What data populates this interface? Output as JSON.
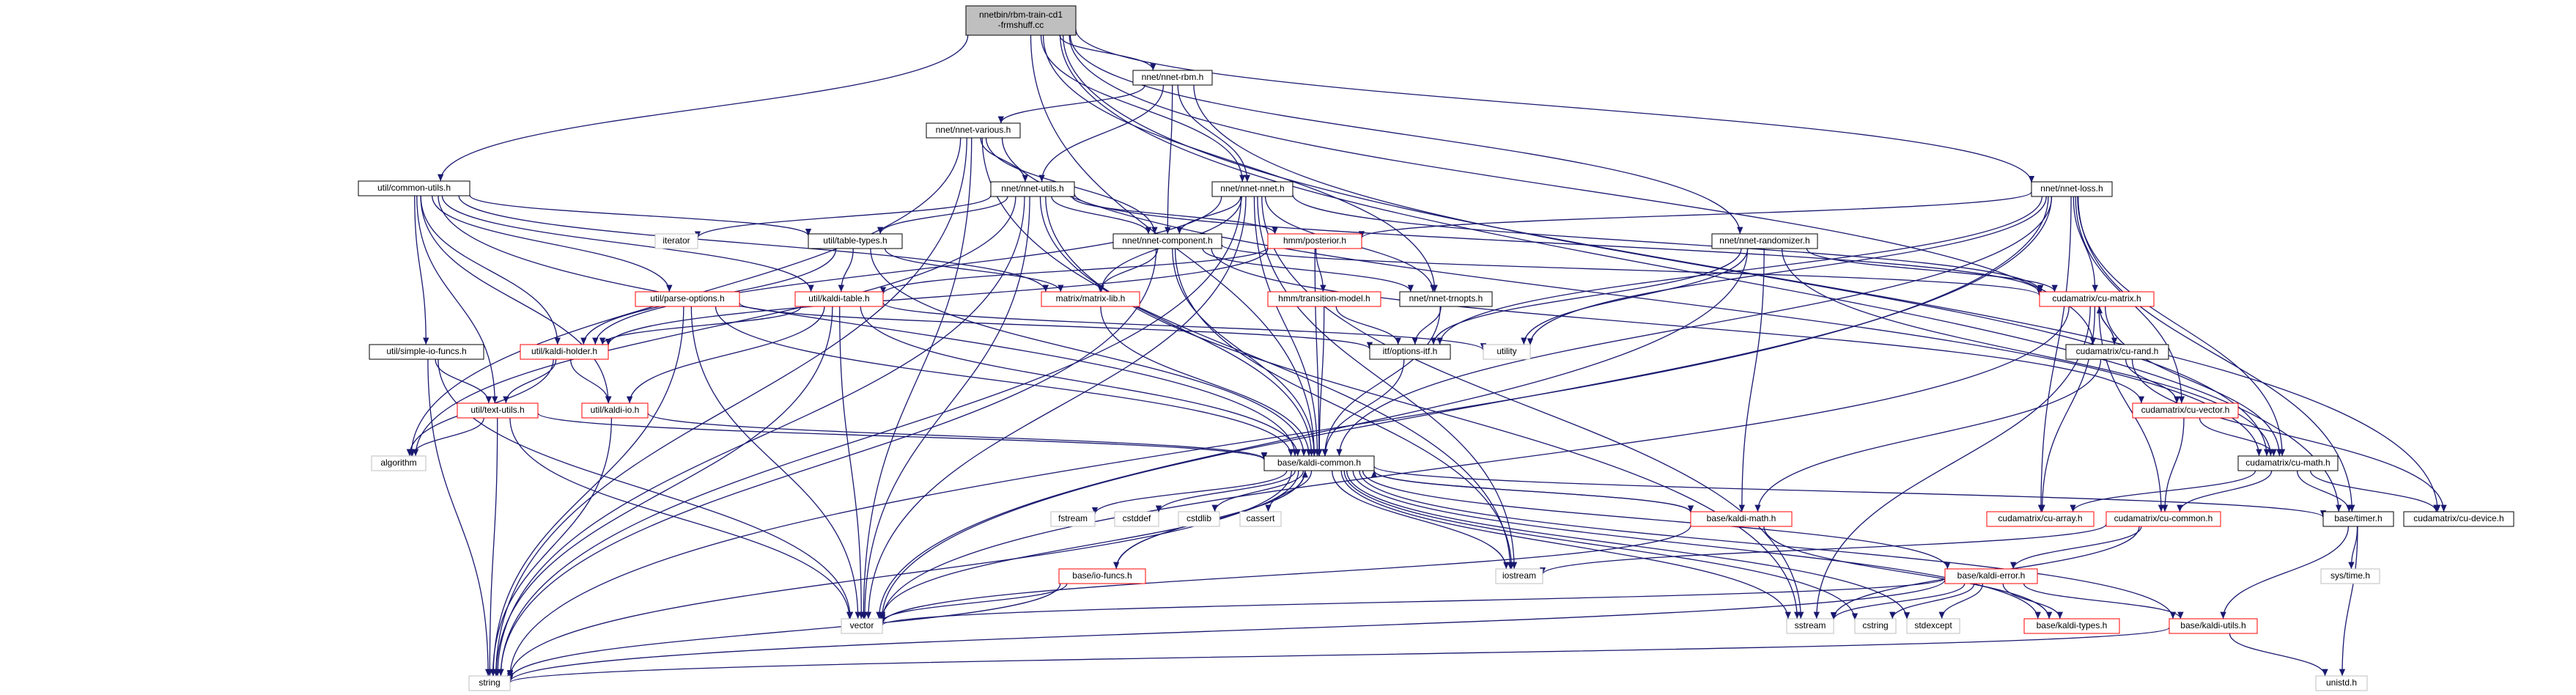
{
  "colors": {
    "edge": "#191970",
    "root_fill": "#bfbfbf",
    "documented_border": "#000000",
    "undocumented_border": "#ff0000",
    "external_border": "#bfbfbf",
    "fill": "#ffffff"
  },
  "nodes": [
    {
      "id": "root",
      "label": [
        "nnetbin/rbm-train-cd1",
        "-frmshuff.cc"
      ],
      "kind": "root"
    },
    {
      "id": "nnet_rbm",
      "label": [
        "nnet/nnet-rbm.h"
      ],
      "kind": "documented"
    },
    {
      "id": "nnet_various",
      "label": [
        "nnet/nnet-various.h"
      ],
      "kind": "documented"
    },
    {
      "id": "common_utils",
      "label": [
        "util/common-utils.h"
      ],
      "kind": "documented"
    },
    {
      "id": "nnet_utils",
      "label": [
        "nnet/nnet-utils.h"
      ],
      "kind": "documented"
    },
    {
      "id": "nnet_nnet",
      "label": [
        "nnet/nnet-nnet.h"
      ],
      "kind": "documented"
    },
    {
      "id": "nnet_loss",
      "label": [
        "nnet/nnet-loss.h"
      ],
      "kind": "documented"
    },
    {
      "id": "table_types",
      "label": [
        "util/table-types.h"
      ],
      "kind": "documented"
    },
    {
      "id": "hmm_posterior",
      "label": [
        "hmm/posterior.h"
      ],
      "kind": "undocumented"
    },
    {
      "id": "nnet_component",
      "label": [
        "nnet/nnet-component.h"
      ],
      "kind": "documented"
    },
    {
      "id": "nnet_randomizer",
      "label": [
        "nnet/nnet-randomizer.h"
      ],
      "kind": "documented"
    },
    {
      "id": "parse_options",
      "label": [
        "util/parse-options.h"
      ],
      "kind": "undocumented"
    },
    {
      "id": "kaldi_table",
      "label": [
        "util/kaldi-table.h"
      ],
      "kind": "undocumented"
    },
    {
      "id": "matrix_lib",
      "label": [
        "matrix/matrix-lib.h"
      ],
      "kind": "undocumented"
    },
    {
      "id": "transition_model",
      "label": [
        "hmm/transition-model.h"
      ],
      "kind": "undocumented"
    },
    {
      "id": "nnet_trnopts",
      "label": [
        "nnet/nnet-trnopts.h"
      ],
      "kind": "documented"
    },
    {
      "id": "cu_matrix",
      "label": [
        "cudamatrix/cu-matrix.h"
      ],
      "kind": "undocumented"
    },
    {
      "id": "simple_io",
      "label": [
        "util/simple-io-funcs.h"
      ],
      "kind": "documented"
    },
    {
      "id": "kaldi_holder",
      "label": [
        "util/kaldi-holder.h"
      ],
      "kind": "undocumented"
    },
    {
      "id": "options_itf",
      "label": [
        "itf/options-itf.h"
      ],
      "kind": "documented"
    },
    {
      "id": "utility",
      "label": [
        "utility"
      ],
      "kind": "external"
    },
    {
      "id": "cu_rand",
      "label": [
        "cudamatrix/cu-rand.h"
      ],
      "kind": "documented"
    },
    {
      "id": "text_utils",
      "label": [
        "util/text-utils.h"
      ],
      "kind": "undocumented"
    },
    {
      "id": "kaldi_io",
      "label": [
        "util/kaldi-io.h"
      ],
      "kind": "undocumented"
    },
    {
      "id": "cu_vector",
      "label": [
        "cudamatrix/cu-vector.h"
      ],
      "kind": "undocumented"
    },
    {
      "id": "algorithm",
      "label": [
        "algorithm"
      ],
      "kind": "external"
    },
    {
      "id": "kaldi_common",
      "label": [
        "base/kaldi-common.h"
      ],
      "kind": "documented"
    },
    {
      "id": "cu_math",
      "label": [
        "cudamatrix/cu-math.h"
      ],
      "kind": "documented"
    },
    {
      "id": "iterator",
      "label": [
        "iterator"
      ],
      "kind": "external"
    },
    {
      "id": "fstream",
      "label": [
        "fstream"
      ],
      "kind": "external"
    },
    {
      "id": "cstddef",
      "label": [
        "cstddef"
      ],
      "kind": "external"
    },
    {
      "id": "cstdlib",
      "label": [
        "cstdlib"
      ],
      "kind": "external"
    },
    {
      "id": "cassert",
      "label": [
        "cassert"
      ],
      "kind": "external"
    },
    {
      "id": "kaldi_math",
      "label": [
        "base/kaldi-math.h"
      ],
      "kind": "undocumented"
    },
    {
      "id": "cu_array",
      "label": [
        "cudamatrix/cu-array.h"
      ],
      "kind": "undocumented"
    },
    {
      "id": "cu_common",
      "label": [
        "cudamatrix/cu-common.h"
      ],
      "kind": "undocumented"
    },
    {
      "id": "timer",
      "label": [
        "base/timer.h"
      ],
      "kind": "documented"
    },
    {
      "id": "cu_device",
      "label": [
        "cudamatrix/cu-device.h"
      ],
      "kind": "documented"
    },
    {
      "id": "io_funcs",
      "label": [
        "base/io-funcs.h"
      ],
      "kind": "undocumented"
    },
    {
      "id": "iostream",
      "label": [
        "iostream"
      ],
      "kind": "external"
    },
    {
      "id": "kaldi_error",
      "label": [
        "base/kaldi-error.h"
      ],
      "kind": "undocumented"
    },
    {
      "id": "sys_time",
      "label": [
        "sys/time.h"
      ],
      "kind": "external"
    },
    {
      "id": "vector",
      "label": [
        "vector"
      ],
      "kind": "external"
    },
    {
      "id": "sstream",
      "label": [
        "sstream"
      ],
      "kind": "external"
    },
    {
      "id": "cstring",
      "label": [
        "cstring"
      ],
      "kind": "external"
    },
    {
      "id": "stdexcept",
      "label": [
        "stdexcept"
      ],
      "kind": "external"
    },
    {
      "id": "kaldi_types",
      "label": [
        "base/kaldi-types.h"
      ],
      "kind": "undocumented"
    },
    {
      "id": "kaldi_utils",
      "label": [
        "base/kaldi-utils.h"
      ],
      "kind": "undocumented"
    },
    {
      "id": "string",
      "label": [
        "string"
      ],
      "kind": "external"
    },
    {
      "id": "unistd",
      "label": [
        "unistd.h"
      ],
      "kind": "external"
    }
  ],
  "edges": [
    [
      "root",
      "nnet_rbm"
    ],
    [
      "root",
      "common_utils"
    ],
    [
      "root",
      "nnet_nnet"
    ],
    [
      "root",
      "nnet_loss"
    ],
    [
      "root",
      "nnet_randomizer"
    ],
    [
      "root",
      "nnet_trnopts"
    ],
    [
      "root",
      "kaldi_common"
    ],
    [
      "root",
      "cu_rand"
    ],
    [
      "root",
      "timer"
    ],
    [
      "root",
      "cu_device"
    ],
    [
      "nnet_rbm",
      "nnet_various"
    ],
    [
      "nnet_rbm",
      "nnet_utils"
    ],
    [
      "nnet_rbm",
      "nnet_nnet"
    ],
    [
      "nnet_rbm",
      "nnet_component"
    ],
    [
      "nnet_rbm",
      "cu_math"
    ],
    [
      "nnet_various",
      "nnet_utils"
    ],
    [
      "nnet_various",
      "nnet_component"
    ],
    [
      "nnet_various",
      "cu_math"
    ],
    [
      "nnet_various",
      "string"
    ],
    [
      "nnet_various",
      "vector"
    ],
    [
      "nnet_various",
      "iostream"
    ],
    [
      "nnet_various",
      "algorithm"
    ],
    [
      "common_utils",
      "parse_options"
    ],
    [
      "common_utils",
      "kaldi_table"
    ],
    [
      "common_utils",
      "table_types"
    ],
    [
      "common_utils",
      "kaldi_common"
    ],
    [
      "common_utils",
      "simple_io"
    ],
    [
      "common_utils",
      "kaldi_io"
    ],
    [
      "common_utils",
      "kaldi_holder"
    ],
    [
      "common_utils",
      "text_utils"
    ],
    [
      "common_utils",
      "matrix_lib"
    ],
    [
      "nnet_utils",
      "kaldi_common"
    ],
    [
      "nnet_utils",
      "cu_matrix"
    ],
    [
      "nnet_utils",
      "nnet_component"
    ],
    [
      "nnet_utils",
      "table_types"
    ],
    [
      "nnet_utils",
      "hmm_posterior"
    ],
    [
      "nnet_utils",
      "iterator"
    ],
    [
      "nnet_utils",
      "algorithm"
    ],
    [
      "nnet_utils",
      "string"
    ],
    [
      "nnet_utils",
      "vector"
    ],
    [
      "nnet_utils",
      "sstream"
    ],
    [
      "nnet_nnet",
      "nnet_component"
    ],
    [
      "nnet_nnet",
      "nnet_trnopts"
    ],
    [
      "nnet_nnet",
      "kaldi_common"
    ],
    [
      "nnet_nnet",
      "matrix_lib"
    ],
    [
      "nnet_nnet",
      "cu_matrix"
    ],
    [
      "nnet_nnet",
      "kaldi_holder"
    ],
    [
      "nnet_nnet",
      "iostream"
    ],
    [
      "nnet_nnet",
      "sstream"
    ],
    [
      "nnet_nnet",
      "vector"
    ],
    [
      "nnet_nnet",
      "string"
    ],
    [
      "nnet_loss",
      "kaldi_common"
    ],
    [
      "nnet_loss",
      "cu_matrix"
    ],
    [
      "nnet_loss",
      "cu_vector"
    ],
    [
      "nnet_loss",
      "cu_array"
    ],
    [
      "nnet_loss",
      "hmm_posterior"
    ],
    [
      "nnet_loss",
      "options_itf"
    ],
    [
      "nnet_loss",
      "cu_math"
    ],
    [
      "nnet_loss",
      "timer"
    ],
    [
      "nnet_loss",
      "string"
    ],
    [
      "nnet_loss",
      "vector"
    ],
    [
      "nnet_loss",
      "utility"
    ],
    [
      "table_types",
      "kaldi_table"
    ],
    [
      "table_types",
      "kaldi_holder"
    ],
    [
      "table_types",
      "kaldi_common"
    ],
    [
      "table_types",
      "matrix_lib"
    ],
    [
      "hmm_posterior",
      "kaldi_common"
    ],
    [
      "hmm_posterior",
      "kaldi_table"
    ],
    [
      "hmm_posterior",
      "transition_model"
    ],
    [
      "hmm_posterior",
      "kaldi_holder"
    ],
    [
      "nnet_component",
      "kaldi_common"
    ],
    [
      "nnet_component",
      "cu_matrix"
    ],
    [
      "nnet_component",
      "cu_vector"
    ],
    [
      "nnet_component",
      "nnet_trnopts"
    ],
    [
      "nnet_component",
      "matrix_lib"
    ],
    [
      "nnet_component",
      "iostream"
    ],
    [
      "nnet_component",
      "string"
    ],
    [
      "nnet_randomizer",
      "kaldi_math"
    ],
    [
      "nnet_randomizer",
      "cu_matrix"
    ],
    [
      "nnet_randomizer",
      "cu_math"
    ],
    [
      "nnet_randomizer",
      "options_itf"
    ],
    [
      "nnet_randomizer",
      "vector"
    ],
    [
      "nnet_randomizer",
      "utility"
    ],
    [
      "parse_options",
      "kaldi_common"
    ],
    [
      "parse_options",
      "options_itf"
    ],
    [
      "parse_options",
      "vector"
    ],
    [
      "parse_options",
      "string"
    ],
    [
      "kaldi_table",
      "kaldi_io"
    ],
    [
      "kaldi_table",
      "kaldi_holder"
    ],
    [
      "kaldi_table",
      "kaldi_common"
    ],
    [
      "kaldi_table",
      "vector"
    ],
    [
      "kaldi_table",
      "utility"
    ],
    [
      "kaldi_table",
      "string"
    ],
    [
      "matrix_lib",
      "kaldi_common"
    ],
    [
      "transition_model",
      "kaldi_common"
    ],
    [
      "transition_model",
      "options_itf"
    ],
    [
      "nnet_trnopts",
      "options_itf"
    ],
    [
      "nnet_trnopts",
      "kaldi_common"
    ],
    [
      "cu_matrix",
      "cu_rand"
    ],
    [
      "cu_matrix",
      "cu_common"
    ],
    [
      "cu_matrix",
      "cu_array"
    ],
    [
      "cu_matrix",
      "cu_math"
    ],
    [
      "cu_matrix",
      "vector"
    ],
    [
      "cu_matrix",
      "sstream"
    ],
    [
      "simple_io",
      "text_utils"
    ],
    [
      "simple_io",
      "string"
    ],
    [
      "simple_io",
      "vector"
    ],
    [
      "kaldi_holder",
      "kaldi_io"
    ],
    [
      "kaldi_holder",
      "text_utils"
    ],
    [
      "kaldi_holder",
      "algorithm"
    ],
    [
      "options_itf",
      "kaldi_common"
    ],
    [
      "cu_rand",
      "cu_matrix"
    ],
    [
      "cu_rand",
      "cu_vector"
    ],
    [
      "cu_rand",
      "cu_device"
    ],
    [
      "cu_rand",
      "kaldi_math"
    ],
    [
      "text_utils",
      "kaldi_common"
    ],
    [
      "text_utils",
      "algorithm"
    ],
    [
      "text_utils",
      "string"
    ],
    [
      "text_utils",
      "vector"
    ],
    [
      "kaldi_io",
      "kaldi_common"
    ],
    [
      "kaldi_io",
      "string"
    ],
    [
      "cu_vector",
      "cu_common"
    ],
    [
      "cu_vector",
      "cu_math"
    ],
    [
      "kaldi_common",
      "fstream"
    ],
    [
      "kaldi_common",
      "cstddef"
    ],
    [
      "kaldi_common",
      "cstdlib"
    ],
    [
      "kaldi_common",
      "cassert"
    ],
    [
      "kaldi_common",
      "kaldi_math"
    ],
    [
      "kaldi_common",
      "io_funcs"
    ],
    [
      "kaldi_common",
      "iostream"
    ],
    [
      "kaldi_common",
      "kaldi_error"
    ],
    [
      "kaldi_common",
      "kaldi_types"
    ],
    [
      "kaldi_common",
      "kaldi_utils"
    ],
    [
      "kaldi_common",
      "timer"
    ],
    [
      "kaldi_common",
      "vector"
    ],
    [
      "kaldi_common",
      "sstream"
    ],
    [
      "kaldi_common",
      "cstring"
    ],
    [
      "kaldi_common",
      "stdexcept"
    ],
    [
      "kaldi_common",
      "string"
    ],
    [
      "cu_math",
      "cu_array"
    ],
    [
      "cu_math",
      "cu_common"
    ],
    [
      "cu_math",
      "cu_device"
    ],
    [
      "cu_math",
      "timer"
    ],
    [
      "kaldi_math",
      "kaldi_common"
    ],
    [
      "kaldi_math",
      "kaldi_types"
    ],
    [
      "kaldi_math",
      "vector"
    ],
    [
      "cu_common",
      "kaldi_error"
    ],
    [
      "cu_common",
      "iostream"
    ],
    [
      "cu_common",
      "sstream"
    ],
    [
      "timer",
      "kaldi_utils"
    ],
    [
      "timer",
      "sys_time"
    ],
    [
      "timer",
      "unistd"
    ],
    [
      "io_funcs",
      "kaldi_common"
    ],
    [
      "io_funcs",
      "vector"
    ],
    [
      "io_funcs",
      "string"
    ],
    [
      "kaldi_error",
      "kaldi_types"
    ],
    [
      "kaldi_error",
      "kaldi_utils"
    ],
    [
      "kaldi_error",
      "vector"
    ],
    [
      "kaldi_error",
      "sstream"
    ],
    [
      "kaldi_error",
      "cstring"
    ],
    [
      "kaldi_error",
      "stdexcept"
    ],
    [
      "kaldi_error",
      "string"
    ],
    [
      "kaldi_utils",
      "string"
    ],
    [
      "kaldi_utils",
      "unistd"
    ]
  ]
}
